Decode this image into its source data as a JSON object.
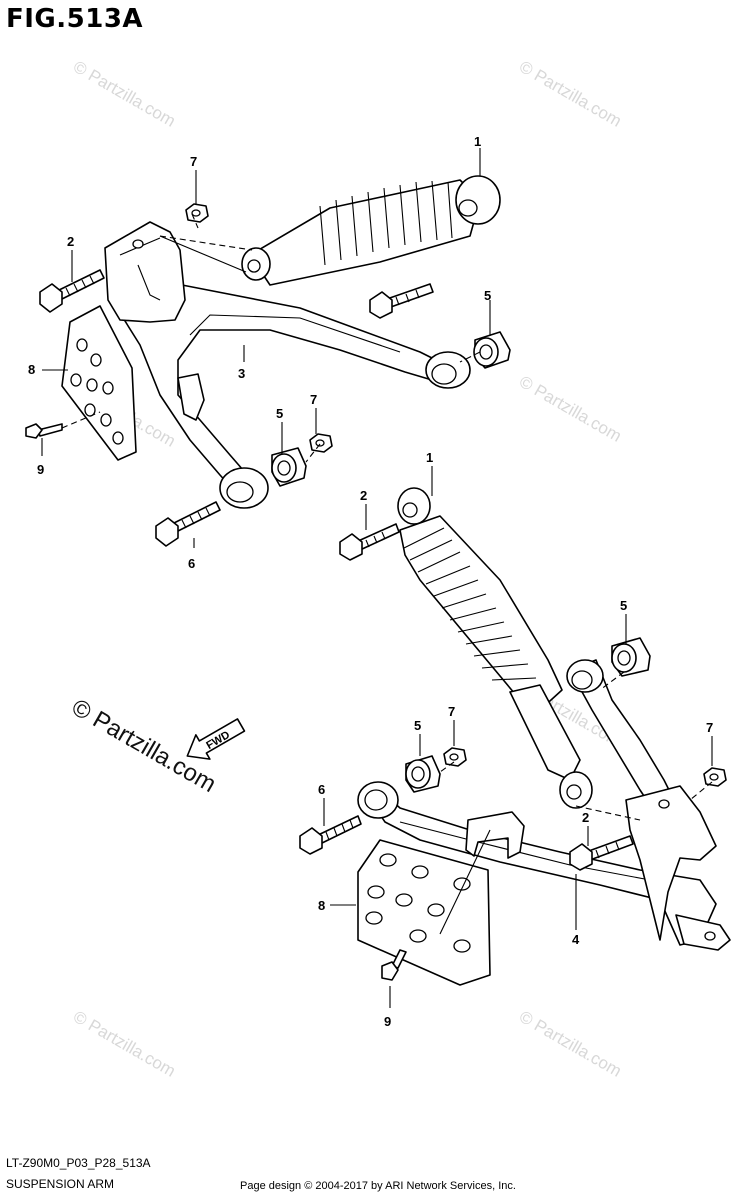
{
  "figure": {
    "title": "FIG.513A",
    "code": "LT-Z90M0_P03_P28_513A",
    "name": "SUSPENSION ARM"
  },
  "credit": "Page design © 2004-2017 by ARI Network Services, Inc.",
  "watermark": {
    "small_text": "© Partzilla.com",
    "large_text": "© Partzilla.com"
  },
  "direction_arrow": {
    "label": "FWD"
  },
  "callouts": {
    "top_1": "1",
    "top_2": "2",
    "top_3": "3",
    "top_5a": "5",
    "top_5b": "5",
    "top_6": "6",
    "top_7a": "7",
    "top_7b": "7",
    "top_8": "8",
    "top_9": "9",
    "bot_1": "1",
    "bot_2a": "2",
    "bot_2b": "2",
    "bot_4": "4",
    "bot_5a": "5",
    "bot_5b": "5",
    "bot_6": "6",
    "bot_7a": "7",
    "bot_7b": "7",
    "bot_8": "8",
    "bot_9": "9"
  },
  "colors": {
    "line": "#000000",
    "background": "#ffffff",
    "watermark": "#d8d8d8"
  }
}
